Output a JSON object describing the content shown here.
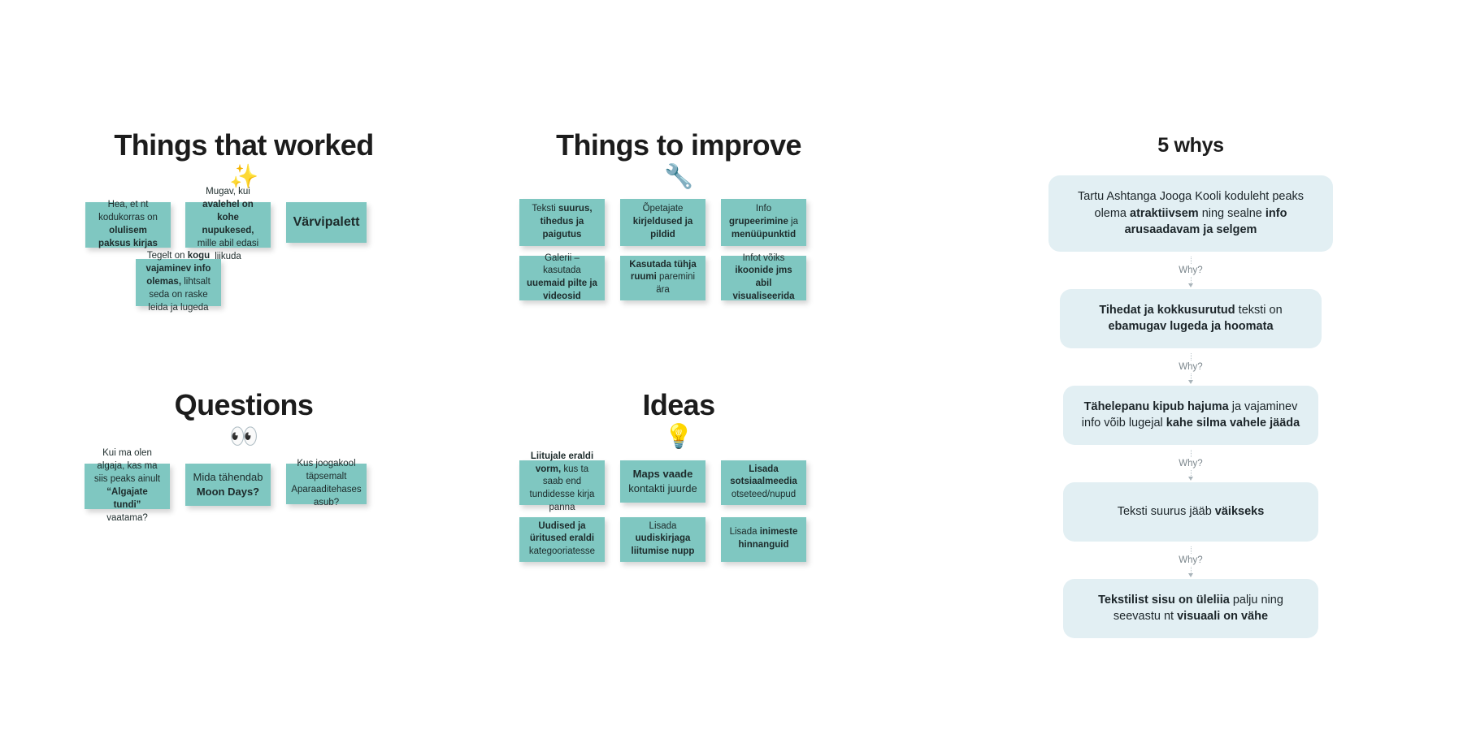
{
  "board": {
    "sections": [
      {
        "id": "things-that-worked",
        "title": "Things that worked",
        "emoji": "✨",
        "emoji_name": "sparkles-emoji",
        "notes": [
          {
            "id": "note-kodukorras",
            "parts": [
              {
                "t": "Hea, et nt kodukorras on ",
                "b": false
              },
              {
                "t": "olulisem paksus kirjas",
                "b": true
              }
            ]
          },
          {
            "id": "note-avalehel",
            "parts": [
              {
                "t": "Mugav, kui ",
                "b": false
              },
              {
                "t": "avalehel on kohe nupukesed,",
                "b": true
              },
              {
                "t": " mille abil edasi liikuda",
                "b": false
              }
            ]
          },
          {
            "id": "note-varvipalett",
            "parts": [
              {
                "t": "Värvipalett",
                "b": true
              }
            ]
          },
          {
            "id": "note-tegelt",
            "parts": [
              {
                "t": "Tegelt on ",
                "b": false
              },
              {
                "t": "kogu vajaminev info olemas,",
                "b": true
              },
              {
                "t": " lihtsalt seda on raske leida ja lugeda",
                "b": false
              }
            ]
          }
        ]
      },
      {
        "id": "things-to-improve",
        "title": "Things to improve",
        "emoji": "🔧",
        "emoji_name": "wrench-emoji",
        "notes": [
          {
            "id": "note-teksti-suurus",
            "parts": [
              {
                "t": "Teksti ",
                "b": false
              },
              {
                "t": "suurus, tihedus ja paigutus",
                "b": true
              }
            ]
          },
          {
            "id": "note-opetajate",
            "parts": [
              {
                "t": "Õpetajate ",
                "b": false
              },
              {
                "t": "kirjeldused ja pildid",
                "b": true
              }
            ]
          },
          {
            "id": "note-info-grupeerimine",
            "parts": [
              {
                "t": "Info ",
                "b": false
              },
              {
                "t": "grupeerimine",
                "b": true
              },
              {
                "t": " ja ",
                "b": false
              },
              {
                "t": "menüüpunktid",
                "b": true
              }
            ]
          },
          {
            "id": "note-galerii",
            "parts": [
              {
                "t": "Galerii – kasutada ",
                "b": false
              },
              {
                "t": "uuemaid pilte ja videosid",
                "b": true
              }
            ]
          },
          {
            "id": "note-tuhi-ruum",
            "parts": [
              {
                "t": "Kasutada tühja ruumi",
                "b": true
              },
              {
                "t": " paremini ära",
                "b": false
              }
            ]
          },
          {
            "id": "note-ikoonid",
            "parts": [
              {
                "t": "Infot võiks ",
                "b": false
              },
              {
                "t": "ikoonide jms abil visualiseerida",
                "b": true
              }
            ]
          }
        ]
      },
      {
        "id": "questions",
        "title": "Questions",
        "emoji": "👀",
        "emoji_name": "eyes-emoji",
        "notes": [
          {
            "id": "note-algaja",
            "parts": [
              {
                "t": "Kui ma olen algaja, kas ma siis peaks ainult ",
                "b": false
              },
              {
                "t": "“Algajate tundi”",
                "b": true
              },
              {
                "t": " vaatama?",
                "b": false
              }
            ]
          },
          {
            "id": "note-moon-days",
            "parts": [
              {
                "t": "Mida tähendab ",
                "b": false
              },
              {
                "t": "Moon Days?",
                "b": true
              }
            ]
          },
          {
            "id": "note-aparaaditehas",
            "parts": [
              {
                "t": "Kus joogakool täpsemalt Aparaaditehases asub?",
                "b": false
              }
            ]
          }
        ]
      },
      {
        "id": "ideas",
        "title": "Ideas",
        "emoji": "💡",
        "emoji_name": "lightbulb-emoji",
        "notes": [
          {
            "id": "note-liitujale-vorm",
            "parts": [
              {
                "t": "Liitujale eraldi vorm,",
                "b": true
              },
              {
                "t": " kus ta saab end tundidesse kirja panna",
                "b": false
              }
            ]
          },
          {
            "id": "note-maps-vaade",
            "parts": [
              {
                "t": "Maps vaade",
                "b": true
              },
              {
                "t": " kontakti juurde",
                "b": false
              }
            ]
          },
          {
            "id": "note-sotsiaalmeedia",
            "parts": [
              {
                "t": "Lisada sotsiaalmeedia",
                "b": true
              },
              {
                "t": " otseteed/nupud",
                "b": false
              }
            ]
          },
          {
            "id": "note-uudised-uritused",
            "parts": [
              {
                "t": "Uudised ja üritused eraldi",
                "b": true
              },
              {
                "t": " kategooriatesse",
                "b": false
              }
            ]
          },
          {
            "id": "note-uudiskiri",
            "parts": [
              {
                "t": "Lisada ",
                "b": false
              },
              {
                "t": "uudiskirjaga liitumise nupp",
                "b": true
              }
            ]
          },
          {
            "id": "note-hinnangud",
            "parts": [
              {
                "t": "Lisada ",
                "b": false
              },
              {
                "t": "inimeste hinnanguid",
                "b": true
              }
            ]
          }
        ]
      }
    ]
  },
  "whys": {
    "title": "5 whys",
    "why_label": "Why?",
    "steps": [
      {
        "id": "why-step-1",
        "parts": [
          {
            "t": "Tartu Ashtanga Jooga Kooli koduleht peaks olema ",
            "b": false
          },
          {
            "t": "atraktiivsem",
            "b": true
          },
          {
            "t": " ning sealne ",
            "b": false
          },
          {
            "t": "info arusaadavam ja selgem",
            "b": true
          }
        ]
      },
      {
        "id": "why-step-2",
        "parts": [
          {
            "t": "Tihedat ja kokkusurutud",
            "b": true
          },
          {
            "t": " teksti on ",
            "b": false
          },
          {
            "t": "ebamugav lugeda ja hoomata",
            "b": true
          }
        ]
      },
      {
        "id": "why-step-3",
        "parts": [
          {
            "t": "Tähelepanu kipub hajuma",
            "b": true
          },
          {
            "t": " ja vajaminev info võib lugejal ",
            "b": false
          },
          {
            "t": "kahe silma vahele jääda",
            "b": true
          }
        ]
      },
      {
        "id": "why-step-4",
        "parts": [
          {
            "t": "Teksti suurus jääb ",
            "b": false
          },
          {
            "t": "väikseks",
            "b": true
          }
        ]
      },
      {
        "id": "why-step-5",
        "parts": [
          {
            "t": "Tekstilist sisu on üleliia",
            "b": true
          },
          {
            "t": " palju ning seevastu nt ",
            "b": false
          },
          {
            "t": "visuaali on vähe",
            "b": true
          }
        ]
      }
    ]
  },
  "colors": {
    "sticky_note": "#7fc7c1",
    "why_box": "#e2eff3",
    "heading_text": "#1c1c1c",
    "why_label_text": "#7c878d",
    "page_background": "#ffffff"
  }
}
